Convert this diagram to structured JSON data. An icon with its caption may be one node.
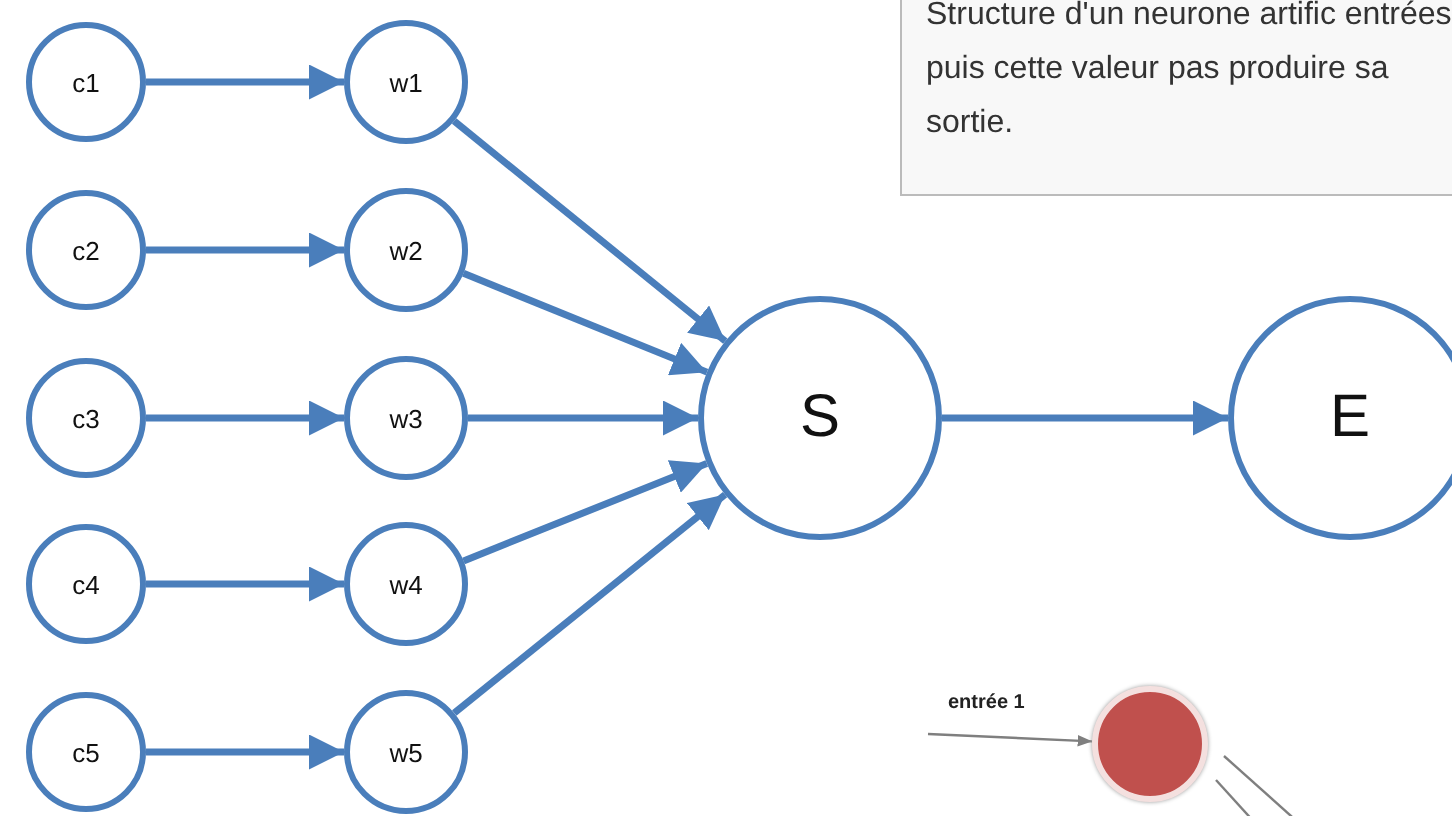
{
  "diagram": {
    "nodes": [
      {
        "text": [
          "c1"
        ]
      },
      {
        "text": [
          "c2"
        ]
      },
      {
        "text": [
          "c3"
        ]
      },
      {
        "text": [
          "c4"
        ]
      },
      {
        "text": [
          "c5"
        ]
      },
      {
        "text": [
          "w1"
        ]
      },
      {
        "text": [
          "w2"
        ]
      },
      {
        "text": [
          "w3"
        ]
      },
      {
        "text": [
          "w4"
        ]
      },
      {
        "text": [
          "w5"
        ]
      },
      {
        "text": [
          "S"
        ]
      },
      {
        "text": [
          "E"
        ]
      },
      {
        "text": [
          "Structure d'un neurone artific entrées puis cette valeur pas produire sa sortie."
        ]
      },
      {
        "text": [],
        "shape": "circle"
      }
    ],
    "edges": [
      {
        "from": 0,
        "to": 5,
        "arrow": "to"
      },
      {
        "from": 1,
        "to": 6,
        "arrow": "to"
      },
      {
        "from": 2,
        "to": 7,
        "arrow": "to"
      },
      {
        "from": 3,
        "to": 8,
        "arrow": "to"
      },
      {
        "from": 4,
        "to": 9,
        "arrow": "to"
      },
      {
        "from": 5,
        "to": 10,
        "arrow": "to"
      },
      {
        "from": 6,
        "to": 10,
        "arrow": "to"
      },
      {
        "from": 7,
        "to": 10,
        "arrow": "to"
      },
      {
        "from": 8,
        "to": 10,
        "arrow": "to"
      },
      {
        "from": 9,
        "to": 10,
        "arrow": "to"
      },
      {
        "from": 10,
        "to": 11,
        "arrow": "to"
      },
      {
        "from": null,
        "to": 13,
        "arrow": "to",
        "label": "entrée 1",
        "color": "#7f7f7f"
      },
      {
        "from": 13,
        "to": null,
        "arrow": "none",
        "color": "#7f7f7f"
      },
      {
        "from": 13,
        "to": null,
        "arrow": "none",
        "color": "#7f7f7f"
      }
    ]
  }
}
